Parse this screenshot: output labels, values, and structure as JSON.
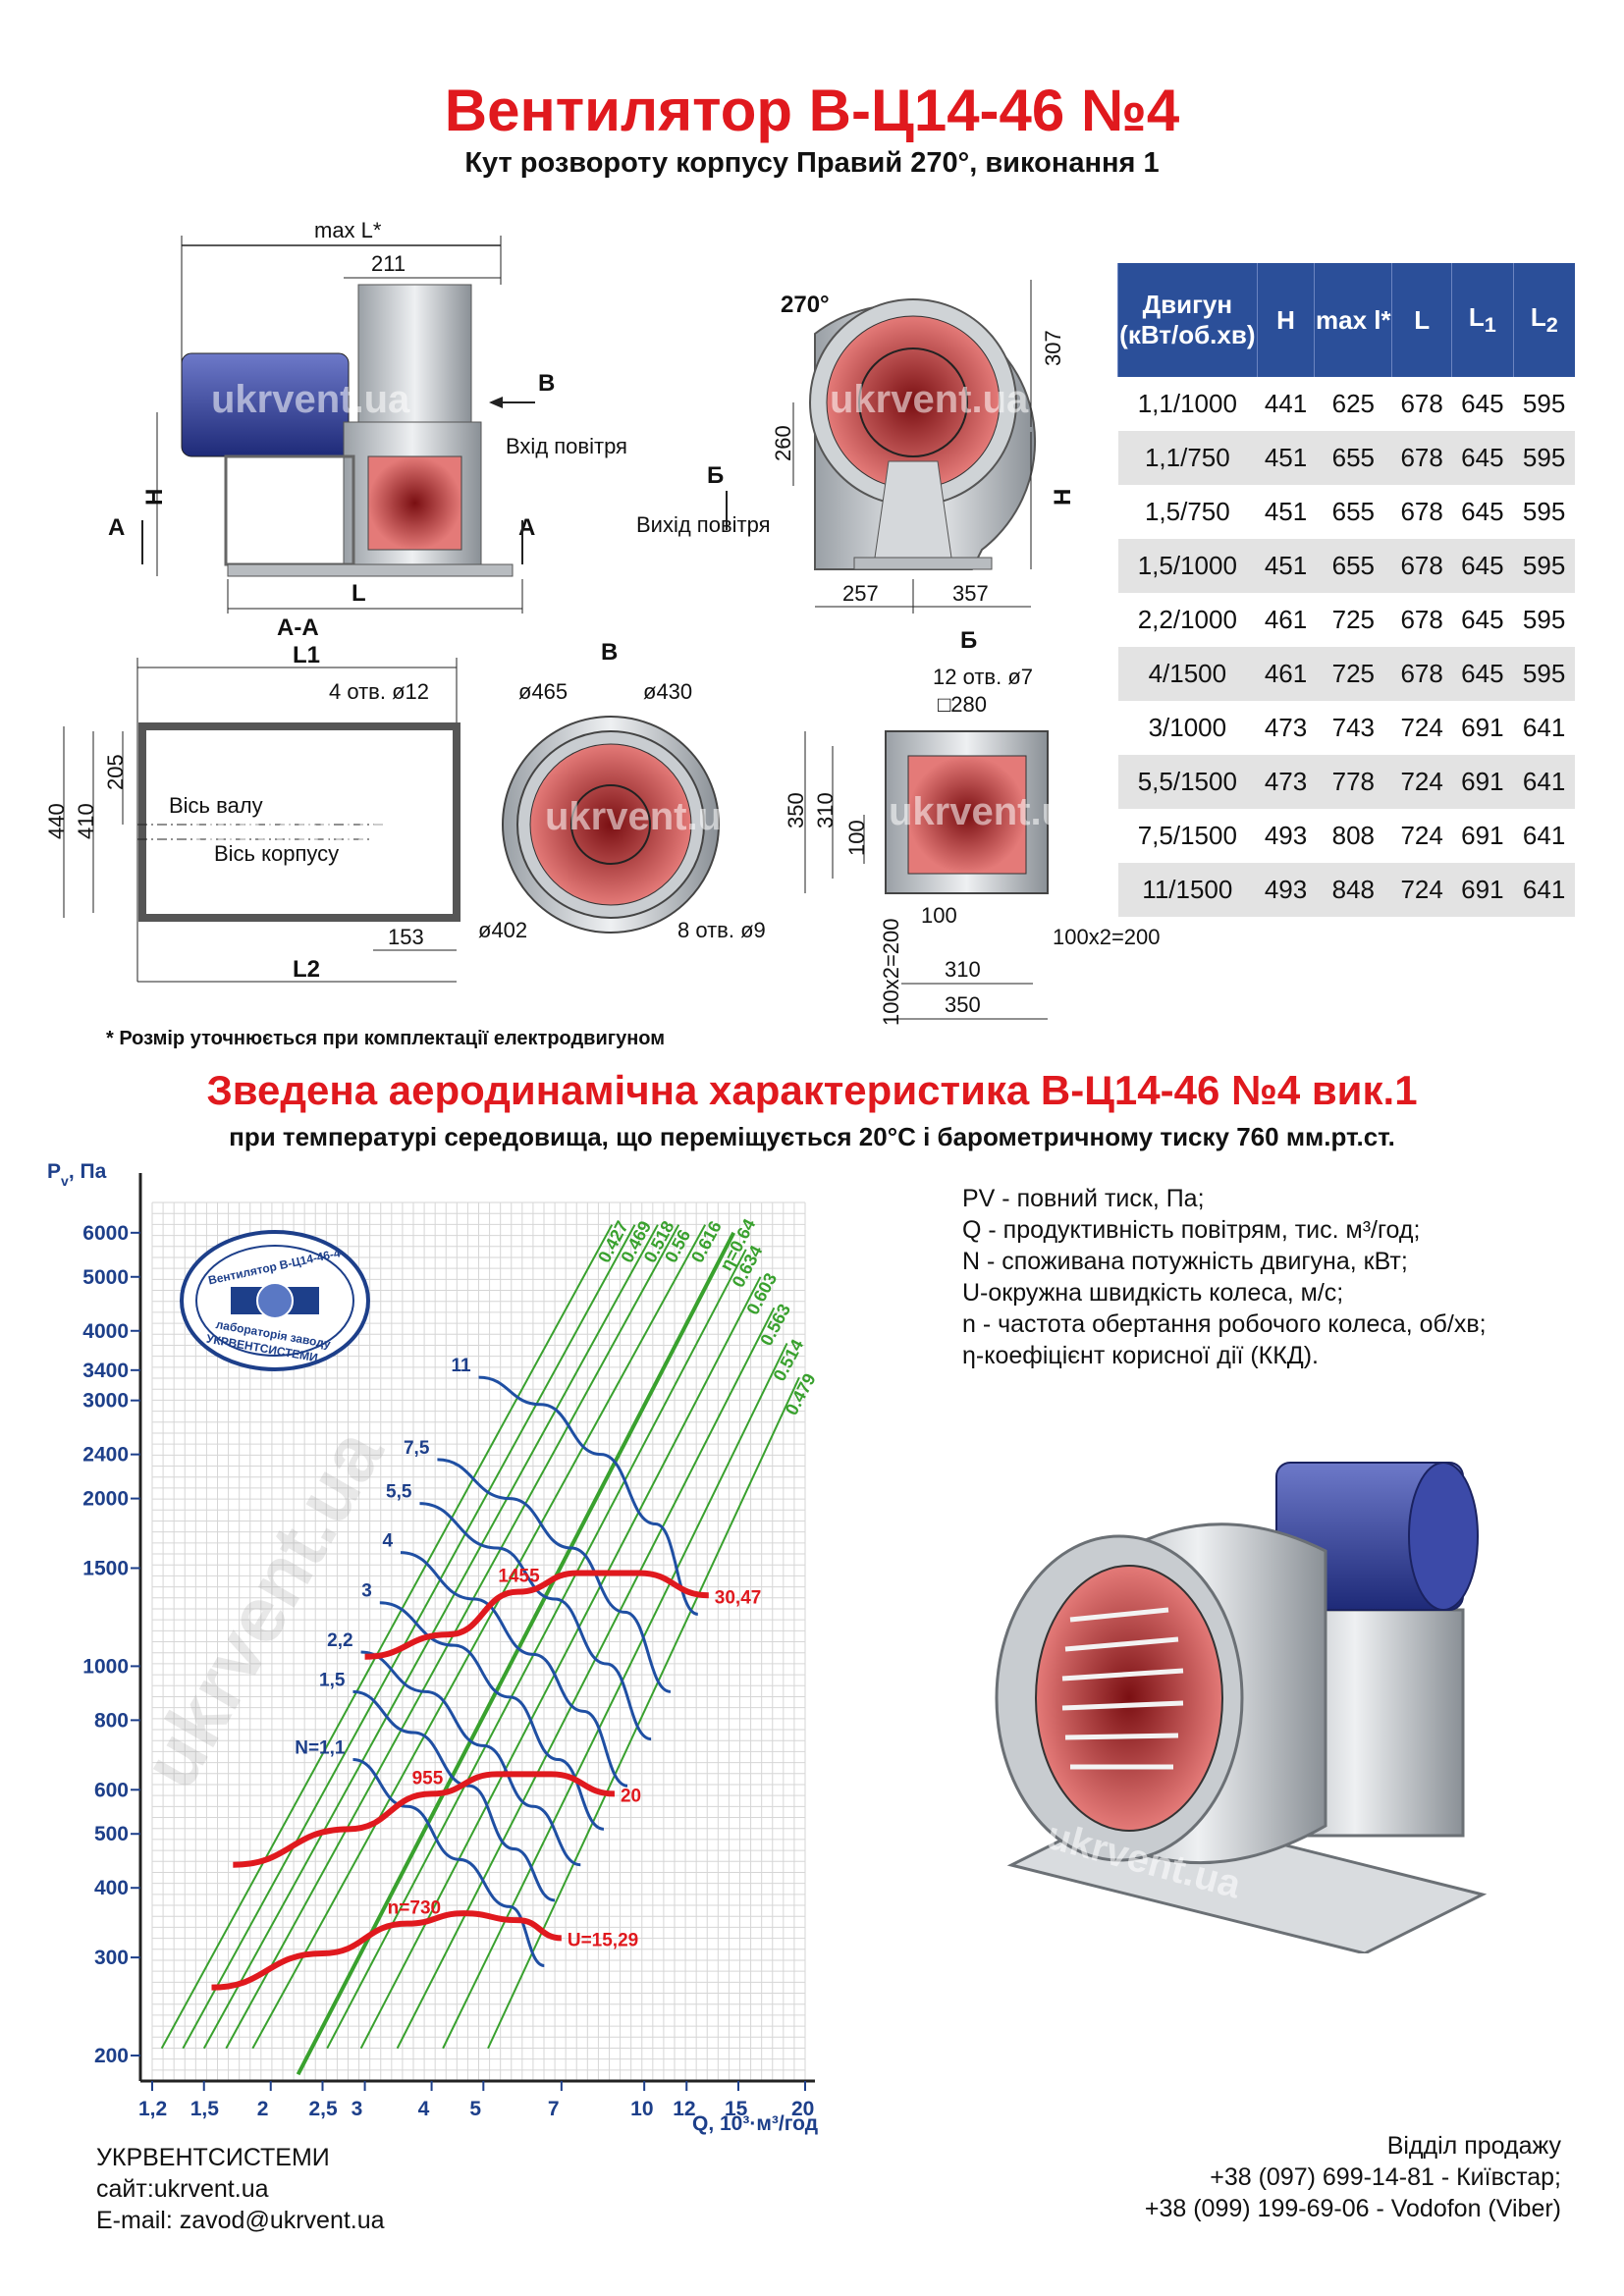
{
  "header": {
    "title": "Вентилятор В-Ц14-46 №4",
    "subtitle": "Кут розвороту корпусу Правий 270°, виконання 1"
  },
  "drawing": {
    "watermark": "ukrvent.ua",
    "side_view": {
      "max_l": "max L*",
      "dim_211": "211",
      "label_b": "В",
      "air_inlet": "Вхід повітря",
      "label_h": "H",
      "label_a_left": "А",
      "label_a_right": "А",
      "label_l": "L"
    },
    "front_view": {
      "angle": "270°",
      "dim_307": "307",
      "dim_260": "260",
      "label_b2": "Б",
      "air_outlet": "Вихід повітря",
      "label_h": "H",
      "dim_257": "257",
      "dim_357": "357"
    },
    "section_aa": {
      "title": "А-А",
      "l1": "L1",
      "holes": "4 отв. ø12",
      "dim_205": "205",
      "dim_410": "410",
      "dim_440": "440",
      "shaft_axis": "Вісь валу",
      "body_axis": "Вісь корпусу",
      "dim_153": "153",
      "l2": "L2"
    },
    "view_b": {
      "title": "В",
      "d465": "ø465",
      "d430": "ø430",
      "d402": "ø402",
      "holes": "8 отв. ø9"
    },
    "view_b2": {
      "title": "Б",
      "holes": "12 отв. ø7",
      "sq280": "□280",
      "dim_350": "350",
      "dim_310": "310",
      "dim_100": "100",
      "dim_100b": "100",
      "dim_100x2_h": "100x2=200",
      "dim_310b": "310",
      "dim_350b": "350",
      "dim_100x2_v": "100x2=200"
    }
  },
  "spec_table": {
    "headers": {
      "motor": "Двигун (кВт/об.хв)",
      "h": "H",
      "maxl": "max l*",
      "l": "L",
      "l1_base": "L",
      "l1_sub": "1",
      "l2_base": "L",
      "l2_sub": "2"
    },
    "rows": [
      [
        "1,1/1000",
        "441",
        "625",
        "678",
        "645",
        "595"
      ],
      [
        "1,1/750",
        "451",
        "655",
        "678",
        "645",
        "595"
      ],
      [
        "1,5/750",
        "451",
        "655",
        "678",
        "645",
        "595"
      ],
      [
        "1,5/1000",
        "451",
        "655",
        "678",
        "645",
        "595"
      ],
      [
        "2,2/1000",
        "461",
        "725",
        "678",
        "645",
        "595"
      ],
      [
        "4/1500",
        "461",
        "725",
        "678",
        "645",
        "595"
      ],
      [
        "3/1000",
        "473",
        "743",
        "724",
        "691",
        "641"
      ],
      [
        "5,5/1500",
        "473",
        "778",
        "724",
        "691",
        "641"
      ],
      [
        "7,5/1500",
        "493",
        "808",
        "724",
        "691",
        "641"
      ],
      [
        "11/1500",
        "493",
        "848",
        "724",
        "691",
        "641"
      ]
    ]
  },
  "footnote": "* Розмір уточнюється при комплектації електродвигуном",
  "aero": {
    "title": "Зведена аеродинамічна характеристика В-Ц14-46 №4 вик.1",
    "subtitle": "при температурі середовища, що переміщується 20°С і барометричному тиску 760 мм.рт.ст."
  },
  "legend": [
    "PV - повний тиск, Па;",
    "Q - продуктивність повітрям, тис. м³/год;",
    "N - споживана потужність двигуна, кВт;",
    "U-окружна швидкість колеса, м/с;",
    "n - частота обертання робочого колеса, об/хв;",
    "η-коефіцієнт корисної дії (ККД)."
  ],
  "logo": {
    "top_text": "Вентилятор В-Ц14-46-4",
    "bottom_text": "лабораторія заводу",
    "brand": "УКРВЕНТСИСТЕМИ"
  },
  "chart_data": {
    "type": "line",
    "xscale": "log",
    "yscale": "log",
    "xlabel": "Q, 10³·м³/год",
    "ylabel_base": "P",
    "ylabel_sub": "v",
    "ylabel_unit": ", Па",
    "x_ticks": [
      1.2,
      1.5,
      2,
      2.5,
      3,
      4,
      5,
      7,
      10,
      12,
      15,
      20
    ],
    "x_tick_labels": [
      "1,2",
      "1,5",
      "2",
      "2,5",
      "3",
      "4",
      "5",
      "7",
      "10",
      "12",
      "15",
      "20"
    ],
    "y_ticks": [
      200,
      300,
      400,
      500,
      600,
      800,
      1000,
      1500,
      2000,
      2400,
      3000,
      3400,
      4000,
      5000,
      6000
    ],
    "xlim": [
      1.2,
      20
    ],
    "ylim": [
      180,
      6800
    ],
    "grid": true,
    "efficiency_lines": [
      {
        "label": "0.427",
        "points": [
          [
            1.25,
            206
          ],
          [
            8.7,
            6200
          ]
        ]
      },
      {
        "label": "0.469",
        "points": [
          [
            1.37,
            206
          ],
          [
            9.6,
            6200
          ]
        ]
      },
      {
        "label": "0.518",
        "points": [
          [
            1.5,
            206
          ],
          [
            10.6,
            6200
          ]
        ]
      },
      {
        "label": "0.56",
        "points": [
          [
            1.65,
            206
          ],
          [
            11.6,
            6200
          ]
        ]
      },
      {
        "label": "0.616",
        "points": [
          [
            1.85,
            206
          ],
          [
            13.0,
            6200
          ]
        ]
      },
      {
        "label": "η=0.64",
        "points": [
          [
            2.25,
            185
          ],
          [
            14.7,
            6000
          ]
        ]
      },
      {
        "label": "0.634",
        "points": [
          [
            2.55,
            206
          ],
          [
            15.5,
            5600
          ]
        ]
      },
      {
        "label": "0.603",
        "points": [
          [
            2.95,
            206
          ],
          [
            16.5,
            5000
          ]
        ]
      },
      {
        "label": "0.563",
        "points": [
          [
            3.45,
            206
          ],
          [
            17.5,
            4400
          ]
        ]
      },
      {
        "label": "0.514",
        "points": [
          [
            4.2,
            206
          ],
          [
            18.5,
            3800
          ]
        ]
      },
      {
        "label": "0.479",
        "points": [
          [
            5.1,
            206
          ],
          [
            19.5,
            3300
          ]
        ]
      }
    ],
    "power_curves": [
      {
        "label": "N=1,1",
        "points": [
          [
            2.85,
            680
          ],
          [
            3.6,
            560
          ],
          [
            4.5,
            450
          ],
          [
            5.6,
            370
          ],
          [
            6.5,
            290
          ]
        ]
      },
      {
        "label": "1,5",
        "points": [
          [
            2.85,
            900
          ],
          [
            3.7,
            760
          ],
          [
            4.7,
            610
          ],
          [
            5.7,
            470
          ],
          [
            6.8,
            380
          ]
        ]
      },
      {
        "label": "2,2",
        "points": [
          [
            2.95,
            1060
          ],
          [
            3.9,
            900
          ],
          [
            5.0,
            720
          ],
          [
            6.2,
            560
          ],
          [
            7.6,
            440
          ]
        ]
      },
      {
        "label": "3",
        "points": [
          [
            3.2,
            1300
          ],
          [
            4.4,
            1090
          ],
          [
            5.6,
            880
          ],
          [
            6.9,
            680
          ],
          [
            8.4,
            510
          ]
        ]
      },
      {
        "label": "4",
        "points": [
          [
            3.5,
            1600
          ],
          [
            4.8,
            1320
          ],
          [
            6.2,
            1050
          ],
          [
            7.7,
            830
          ],
          [
            9.3,
            610
          ]
        ]
      },
      {
        "label": "5,5",
        "points": [
          [
            3.8,
            1960
          ],
          [
            5.3,
            1630
          ],
          [
            6.8,
            1320
          ],
          [
            8.5,
            1010
          ],
          [
            10.3,
            740
          ]
        ]
      },
      {
        "label": "7,5",
        "points": [
          [
            4.1,
            2350
          ],
          [
            5.6,
            2000
          ],
          [
            7.3,
            1630
          ],
          [
            9.2,
            1250
          ],
          [
            11.2,
            900
          ]
        ]
      },
      {
        "label": "11",
        "points": [
          [
            4.9,
            3300
          ],
          [
            6.4,
            2950
          ],
          [
            8.3,
            2400
          ],
          [
            10.5,
            1800
          ],
          [
            12.6,
            1240
          ]
        ]
      }
    ],
    "speed_curves": [
      {
        "label": "n=730",
        "end_label": "U=15,29",
        "points": [
          [
            1.55,
            265
          ],
          [
            2.5,
            305
          ],
          [
            3.6,
            345
          ],
          [
            4.6,
            360
          ],
          [
            5.8,
            350
          ],
          [
            7.0,
            325
          ]
        ]
      },
      {
        "label": "955",
        "end_label": "20",
        "points": [
          [
            1.7,
            440
          ],
          [
            2.8,
            510
          ],
          [
            4.0,
            590
          ],
          [
            5.3,
            640
          ],
          [
            6.7,
            640
          ],
          [
            8.8,
            590
          ]
        ]
      },
      {
        "label": "1455",
        "end_label": "30,47",
        "points": [
          [
            3.0,
            1040
          ],
          [
            4.3,
            1140
          ],
          [
            5.8,
            1360
          ],
          [
            7.5,
            1470
          ],
          [
            9.8,
            1470
          ],
          [
            13.2,
            1340
          ]
        ]
      }
    ]
  },
  "footer": {
    "company": "УКРВЕНТСИСТЕМИ",
    "site": "сайт:ukrvent.ua",
    "email": "E-mail: zavod@ukrvent.ua",
    "sales_title": "Відділ продажу",
    "phone1": "+38 (097) 699-14-81 - Київстар;",
    "phone2": "+38 (099) 199-69-06 - Vodofon (Viber)"
  },
  "colors": {
    "title_red": "#e0191e",
    "table_blue": "#2b4f99",
    "axis_blue": "#1d3f8a",
    "eta_green": "#39a12e",
    "curve_blue": "#1f4fa3",
    "curve_red": "#e0191e"
  }
}
